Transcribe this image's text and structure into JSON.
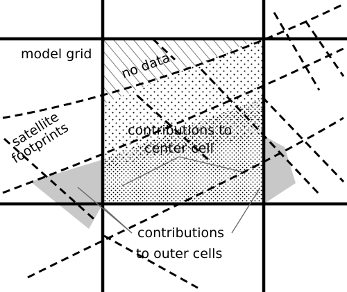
{
  "labels": {
    "model_grid": "model grid",
    "no_data": "no data",
    "satellite_line1": "satellite",
    "satellite_line2": "footprints",
    "center_line1": "contributions to",
    "center_line2": "center cell",
    "outer_line1": "contributions",
    "outer_line2": "to outer cells"
  },
  "colors": {
    "background": "#ffffff",
    "ink": "#000000",
    "hatch": "#7a7a7a",
    "shaded_cells": "#c8c8c8"
  }
}
